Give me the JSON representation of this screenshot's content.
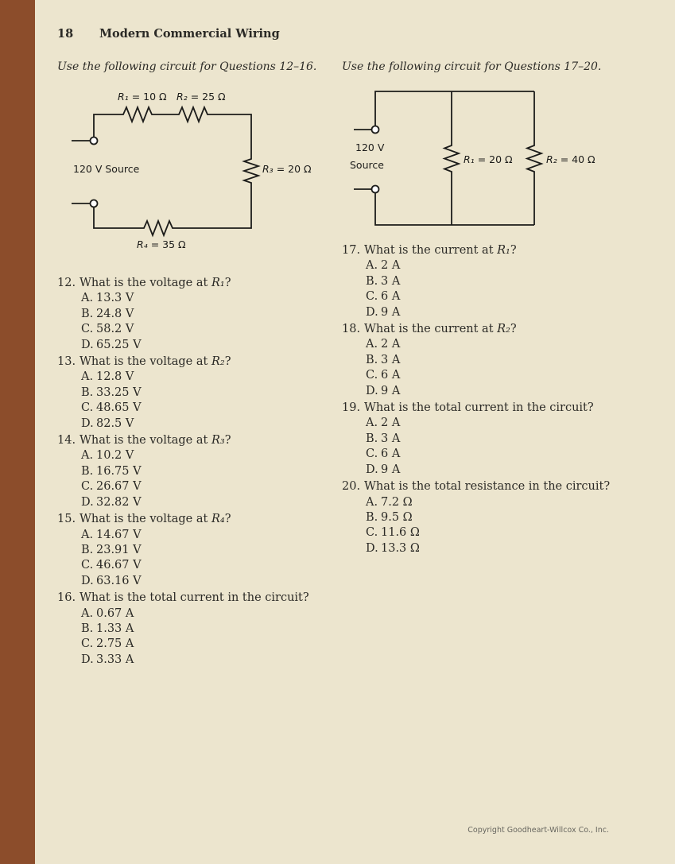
{
  "page": {
    "number": "18",
    "title": "Modern Commercial Wiring",
    "footer": "Copyright Goodheart-Willcox Co., Inc."
  },
  "left": {
    "instruction": "Use the following circuit for Questions 12–16.",
    "circuit": {
      "type": "series",
      "source": "120 V Source",
      "r1": {
        "name": "R₁",
        "value": "= 10 Ω"
      },
      "r2": {
        "name": "R₂",
        "value": "= 25 Ω"
      },
      "r3": {
        "name": "R₃",
        "value": "= 20 Ω"
      },
      "r4": {
        "name": "R₄",
        "value": "= 35 Ω"
      }
    },
    "questions": [
      {
        "number": "12.",
        "prefix": "What is the voltage at ",
        "var": "R₁",
        "suffix": "?",
        "options": [
          {
            "letter": "A.",
            "text": "13.3 V"
          },
          {
            "letter": "B.",
            "text": "24.8 V"
          },
          {
            "letter": "C.",
            "text": "58.2 V"
          },
          {
            "letter": "D.",
            "text": "65.25 V"
          }
        ]
      },
      {
        "number": "13.",
        "prefix": "What is the voltage at ",
        "var": "R₂",
        "suffix": "?",
        "options": [
          {
            "letter": "A.",
            "text": "12.8 V"
          },
          {
            "letter": "B.",
            "text": "33.25 V"
          },
          {
            "letter": "C.",
            "text": "48.65 V"
          },
          {
            "letter": "D.",
            "text": "82.5 V"
          }
        ]
      },
      {
        "number": "14.",
        "prefix": "What is the voltage at ",
        "var": "R₃",
        "suffix": "?",
        "options": [
          {
            "letter": "A.",
            "text": "10.2 V"
          },
          {
            "letter": "B.",
            "text": "16.75 V"
          },
          {
            "letter": "C.",
            "text": "26.67 V"
          },
          {
            "letter": "D.",
            "text": "32.82 V"
          }
        ]
      },
      {
        "number": "15.",
        "prefix": "What is the voltage at ",
        "var": "R₄",
        "suffix": "?",
        "options": [
          {
            "letter": "A.",
            "text": "14.67 V"
          },
          {
            "letter": "B.",
            "text": "23.91 V"
          },
          {
            "letter": "C.",
            "text": "46.67 V"
          },
          {
            "letter": "D.",
            "text": "63.16 V"
          }
        ]
      },
      {
        "number": "16.",
        "prefix": "What is the total current in the circuit?",
        "var": "",
        "suffix": "",
        "options": [
          {
            "letter": "A.",
            "text": "0.67 A"
          },
          {
            "letter": "B.",
            "text": "1.33 A"
          },
          {
            "letter": "C.",
            "text": "2.75 A"
          },
          {
            "letter": "D.",
            "text": "3.33 A"
          }
        ]
      }
    ]
  },
  "right": {
    "instruction": "Use the following circuit for Questions 17–20.",
    "circuit": {
      "type": "parallel",
      "source_line1": "120 V",
      "source_line2": "Source",
      "r1": {
        "name": "R₁",
        "value": "= 20 Ω"
      },
      "r2": {
        "name": "R₂",
        "value": "= 40 Ω"
      }
    },
    "questions": [
      {
        "number": "17.",
        "prefix": "What is the current at ",
        "var": "R₁",
        "suffix": "?",
        "options": [
          {
            "letter": "A.",
            "text": "2 A"
          },
          {
            "letter": "B.",
            "text": "3 A"
          },
          {
            "letter": "C.",
            "text": "6 A"
          },
          {
            "letter": "D.",
            "text": "9 A"
          }
        ]
      },
      {
        "number": "18.",
        "prefix": "What is the current at ",
        "var": "R₂",
        "suffix": "?",
        "options": [
          {
            "letter": "A.",
            "text": "2 A"
          },
          {
            "letter": "B.",
            "text": "3 A"
          },
          {
            "letter": "C.",
            "text": "6 A"
          },
          {
            "letter": "D.",
            "text": "9 A"
          }
        ]
      },
      {
        "number": "19.",
        "prefix": "What is the total current in the circuit?",
        "var": "",
        "suffix": "",
        "options": [
          {
            "letter": "A.",
            "text": "2 A"
          },
          {
            "letter": "B.",
            "text": "3 A"
          },
          {
            "letter": "C.",
            "text": "6 A"
          },
          {
            "letter": "D.",
            "text": "9 A"
          }
        ]
      },
      {
        "number": "20.",
        "prefix": "What is the total resistance in the circuit?",
        "var": "",
        "suffix": "",
        "options": [
          {
            "letter": "A.",
            "text": "7.2 Ω"
          },
          {
            "letter": "B.",
            "text": "9.5 Ω"
          },
          {
            "letter": "C.",
            "text": "11.6 Ω"
          },
          {
            "letter": "D.",
            "text": "13.3 Ω"
          }
        ]
      }
    ]
  }
}
